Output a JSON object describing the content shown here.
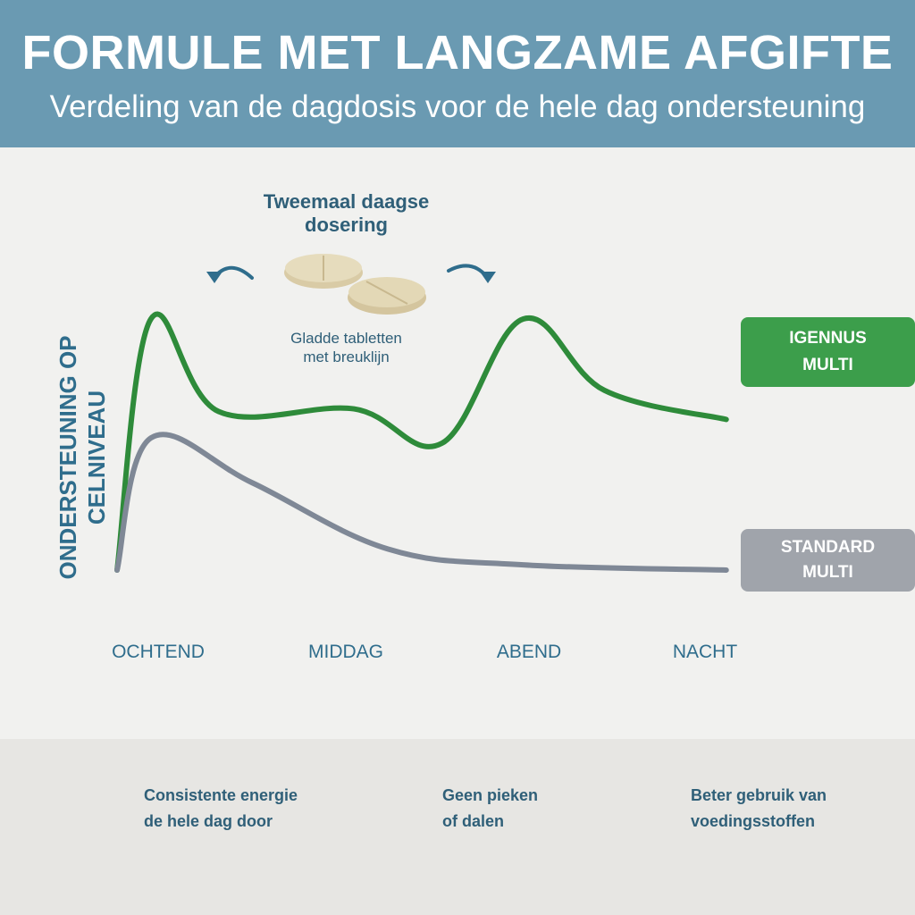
{
  "header": {
    "title": "FORMULE MET LANGZAME AFGIFTE",
    "subtitle": "Verdeling van de dagdosis voor de hele dag ondersteuning"
  },
  "dosing": {
    "title_line1": "Tweemaal daagse",
    "title_line2": "dosering",
    "tablet_line1": "Gladde tabletten",
    "tablet_line2": "met breuklijn"
  },
  "chart_data": {
    "type": "line",
    "x": [
      "OCHTEND",
      "MIDDAG",
      "ABEND",
      "NACHT"
    ],
    "ylabel_line1": "ONDERSTEUNING OP",
    "ylabel_line2": "CELNIVEAU",
    "series": [
      {
        "name_line1": "IGENNUS",
        "name_line2": "MULTI",
        "color": "#2e8b3a",
        "points": [
          [
            0.0,
            0.0
          ],
          [
            0.25,
            0.95
          ],
          [
            0.75,
            0.6
          ],
          [
            1.75,
            0.61
          ],
          [
            2.4,
            0.48
          ],
          [
            3.0,
            0.95
          ],
          [
            3.6,
            0.68
          ],
          [
            4.5,
            0.57
          ]
        ]
      },
      {
        "name_line1": "STANDARD",
        "name_line2": "MULTI",
        "color": "#7f8896",
        "points": [
          [
            0.0,
            0.0
          ],
          [
            0.25,
            0.5
          ],
          [
            1.0,
            0.33
          ],
          [
            2.0,
            0.08
          ],
          [
            3.0,
            0.02
          ],
          [
            4.5,
            0.0
          ]
        ]
      }
    ]
  },
  "features": [
    {
      "icon": "lightning-cycle-icon",
      "line1": "Consistente energie",
      "line2": "de hele dag door"
    },
    {
      "icon": "arrow-down-icon",
      "line1": "Geen pieken",
      "line2": "of dalen"
    },
    {
      "icon": "leaf-cycle-icon",
      "line1": "Beter gebruik van",
      "line2": "voedingsstoffen"
    }
  ],
  "colors": {
    "header_bg": "#6a9ab2",
    "accent_text": "#2f6d8c",
    "green": "#3c9e4b",
    "gray": "#a0a4ab"
  }
}
